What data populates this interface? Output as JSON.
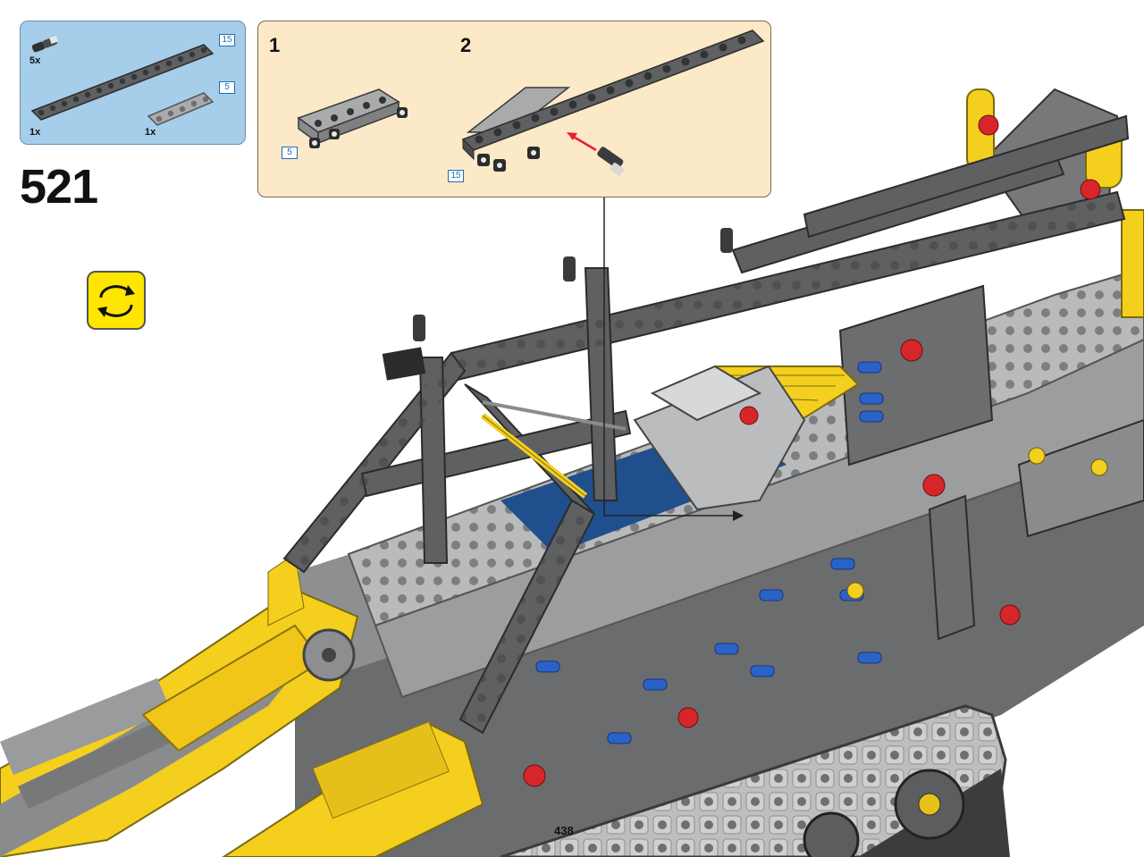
{
  "step": {
    "number": "521"
  },
  "parts_list": {
    "items": [
      {
        "qty": "5x",
        "part": "pin-with-axle"
      },
      {
        "qty": "1x",
        "part": "beam",
        "length": "15"
      },
      {
        "qty": "1x",
        "part": "beam",
        "length": "5"
      }
    ]
  },
  "callout": {
    "substeps": [
      {
        "label": "1",
        "length": "5"
      },
      {
        "label": "2",
        "length": "15"
      }
    ]
  },
  "page": {
    "number": "438"
  },
  "icons": [
    "rotate-model-icon",
    "arrow-icon",
    "pin-icon"
  ],
  "colors": {
    "parts_panel": "#a6cdea",
    "callout": "#fbe9c8",
    "rotate_icon": "#ffe600",
    "beam_dark": "#5f6061",
    "beam_light": "#a9aaab",
    "yellow": "#f4cf1e",
    "blue_pin": "#2a63c8",
    "red_axle": "#d7262b",
    "arrow": "#e8202a"
  }
}
